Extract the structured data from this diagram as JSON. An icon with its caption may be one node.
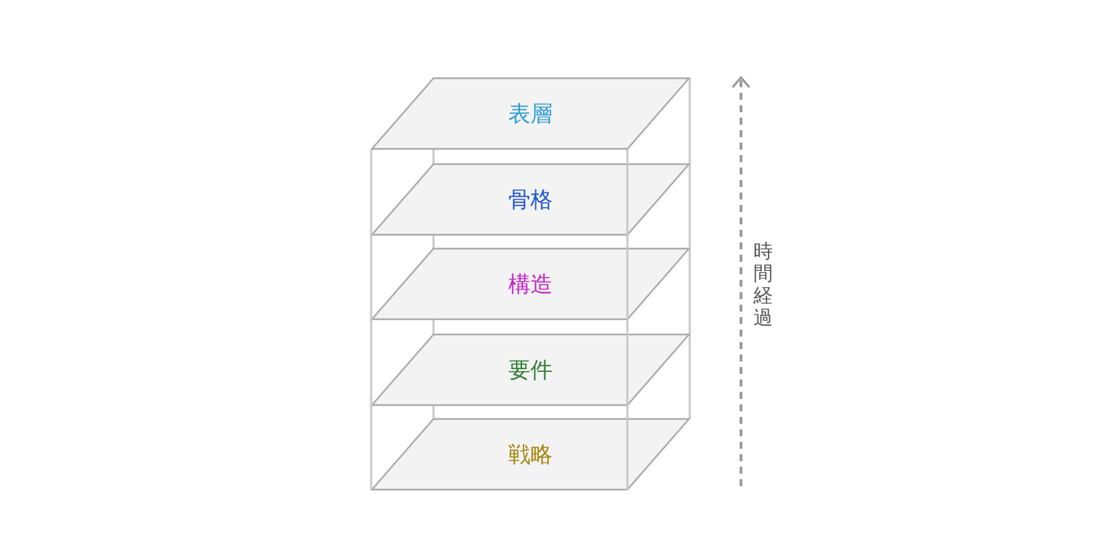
{
  "diagram": {
    "nodes": [
      {
        "text": [
          "表層"
        ]
      },
      {
        "text": [
          "骨格"
        ]
      },
      {
        "text": [
          "構造"
        ]
      },
      {
        "text": [
          "要件"
        ]
      },
      {
        "text": [
          "戦略"
        ]
      }
    ],
    "labels": [
      "時間経過"
    ]
  }
}
